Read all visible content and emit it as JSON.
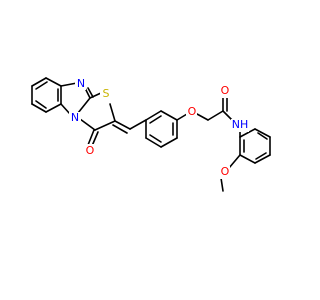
{
  "colors": {
    "bond": "#000000",
    "carbon": "#000000",
    "nitrogen": "#0000ff",
    "oxygen": "#ff0000",
    "sulfur": "#c8b400",
    "background": "#ffffff"
  },
  "molecule": {
    "labels": {
      "n_imidazole_top": "N",
      "n_ring_fusion": "N",
      "s_thiazole": "S",
      "o_carbonyl_thiazolone": "O",
      "o_ether": "O",
      "o_amide": "O",
      "nh_amide": "NH",
      "o_methoxy": "O"
    }
  }
}
